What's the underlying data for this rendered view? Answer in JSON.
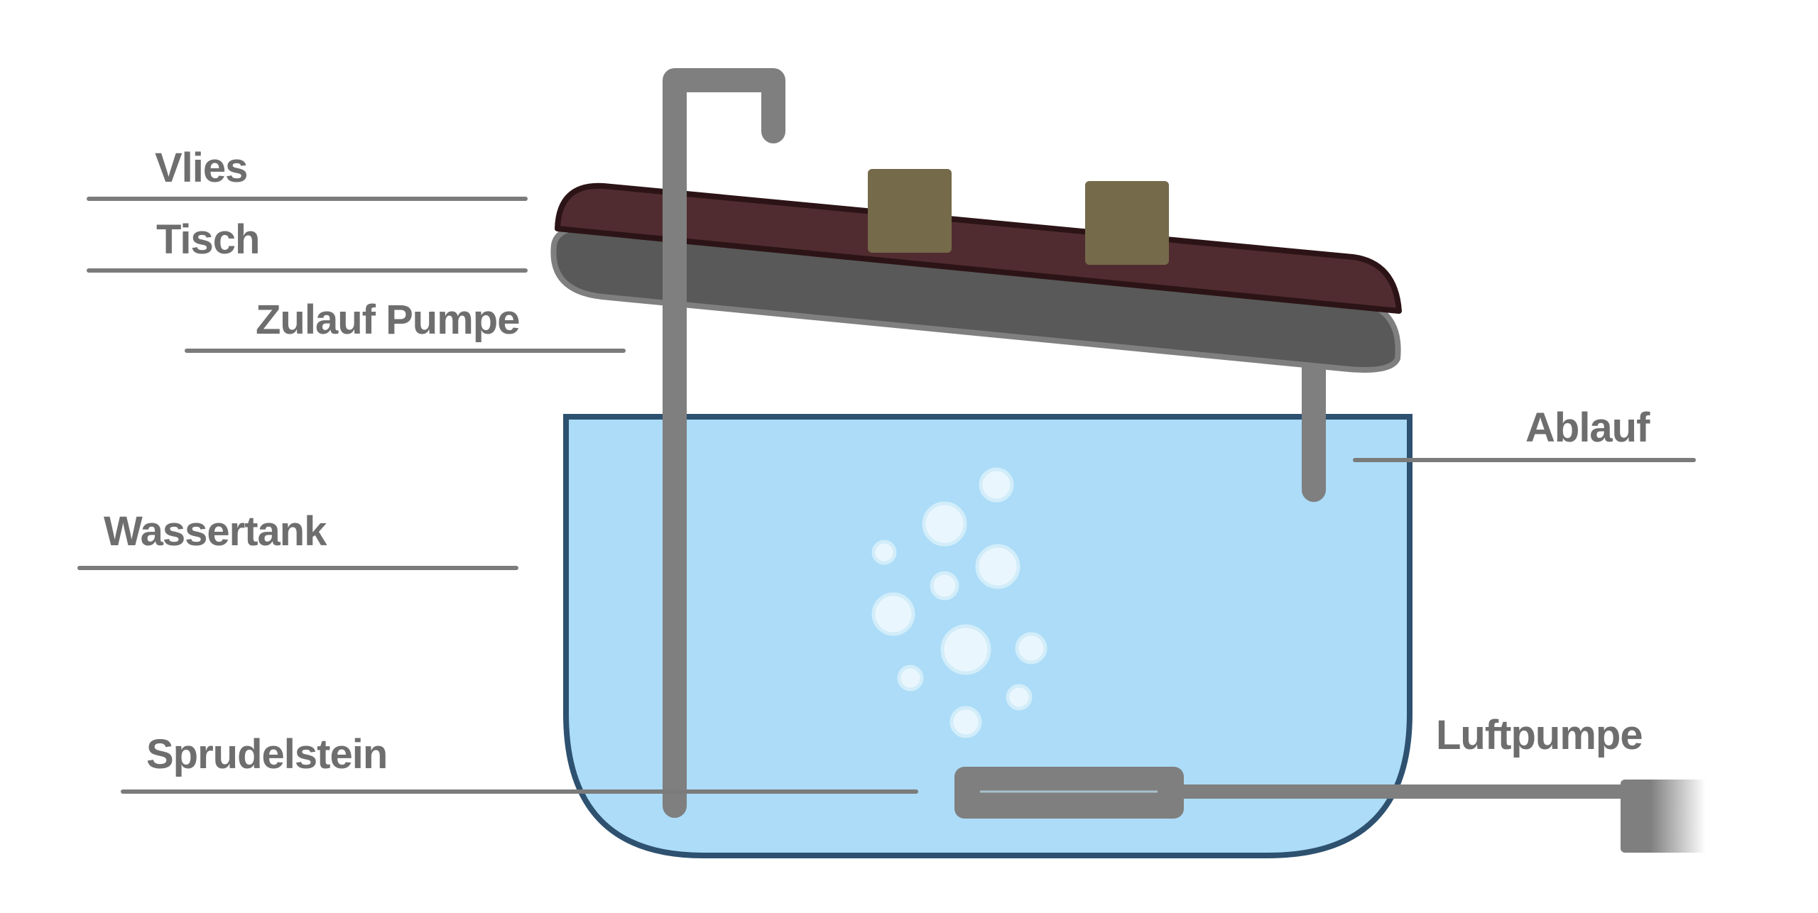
{
  "labels": {
    "vlies": "Vlies",
    "tisch": "Tisch",
    "zulauf_pumpe": "Zulauf Pumpe",
    "ablauf": "Ablauf",
    "wassertank": "Wassertank",
    "sprudelstein": "Sprudelstein",
    "luftpumpe": "Luftpumpe"
  },
  "colors": {
    "water": "#acdcf7",
    "tank_outline": "#2e5170",
    "fleece": "#502c30",
    "table": "#595959",
    "pipe": "#7f7f7f",
    "pots": "#756a4a",
    "label_text": "#6e6e6e"
  }
}
